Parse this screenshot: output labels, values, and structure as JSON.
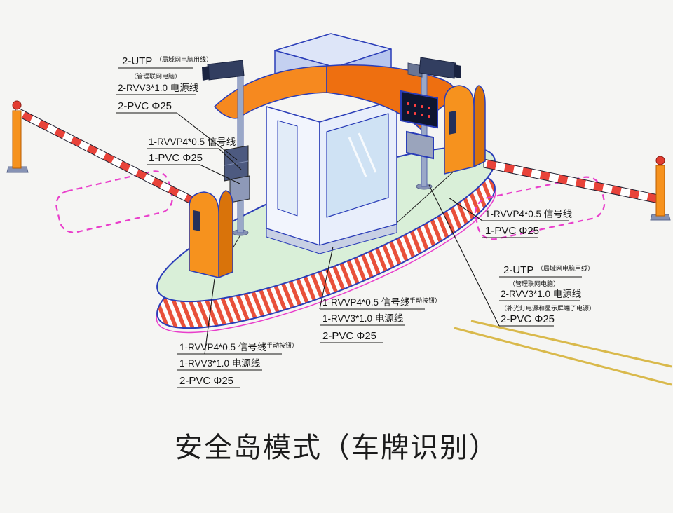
{
  "title": "安全岛模式（车牌识别）",
  "annotations": {
    "top_left": {
      "l1": "2-UTP",
      "l1_note": "（局域网电脑用线）",
      "l2": "（管理联网电脑）",
      "l3": "2-RVV3*1.0 电源线",
      "l4": "2-PVC Φ25"
    },
    "left_mid": {
      "l1": "1-RVVP4*0.5 信号线",
      "l2": "1-PVC Φ25"
    },
    "right_mid": {
      "l1": "1-RVVP4*0.5 信号线",
      "l2": "1-PVC Φ25"
    },
    "right_low": {
      "l1": "2-UTP",
      "l1_note": "（局域网电脑用线）",
      "l2": "（管理联网电脑）",
      "l3": "2-RVV3*1.0 电源线",
      "l4": "（补光灯电源和显示屏端子电源）",
      "l5": "2-PVC Φ25"
    },
    "center_bottom": {
      "l1": "1-RVVP4*0.5 信号线",
      "l1_note": "（手动按钮）",
      "l2": "1-RVV3*1.0 电源线",
      "l3": "2-PVC Φ25"
    },
    "left_bottom": {
      "l1": "1-RVVP4*0.5 信号线",
      "l1_note": "（手动按钮）",
      "l2": "1-RVV3*1.0 电源线",
      "l3": "2-PVC Φ25"
    }
  },
  "colors": {
    "outline_blue": "#2a3db8",
    "roof_orange": "#f6891f",
    "roof_orange_dark": "#ee6f10",
    "cabinet_orange": "#f6921e",
    "island_green": "#d9efd8",
    "stripe_red": "#e8503a",
    "loop_magenta": "#e93ecb",
    "lane_yellow": "#d9b94b"
  }
}
